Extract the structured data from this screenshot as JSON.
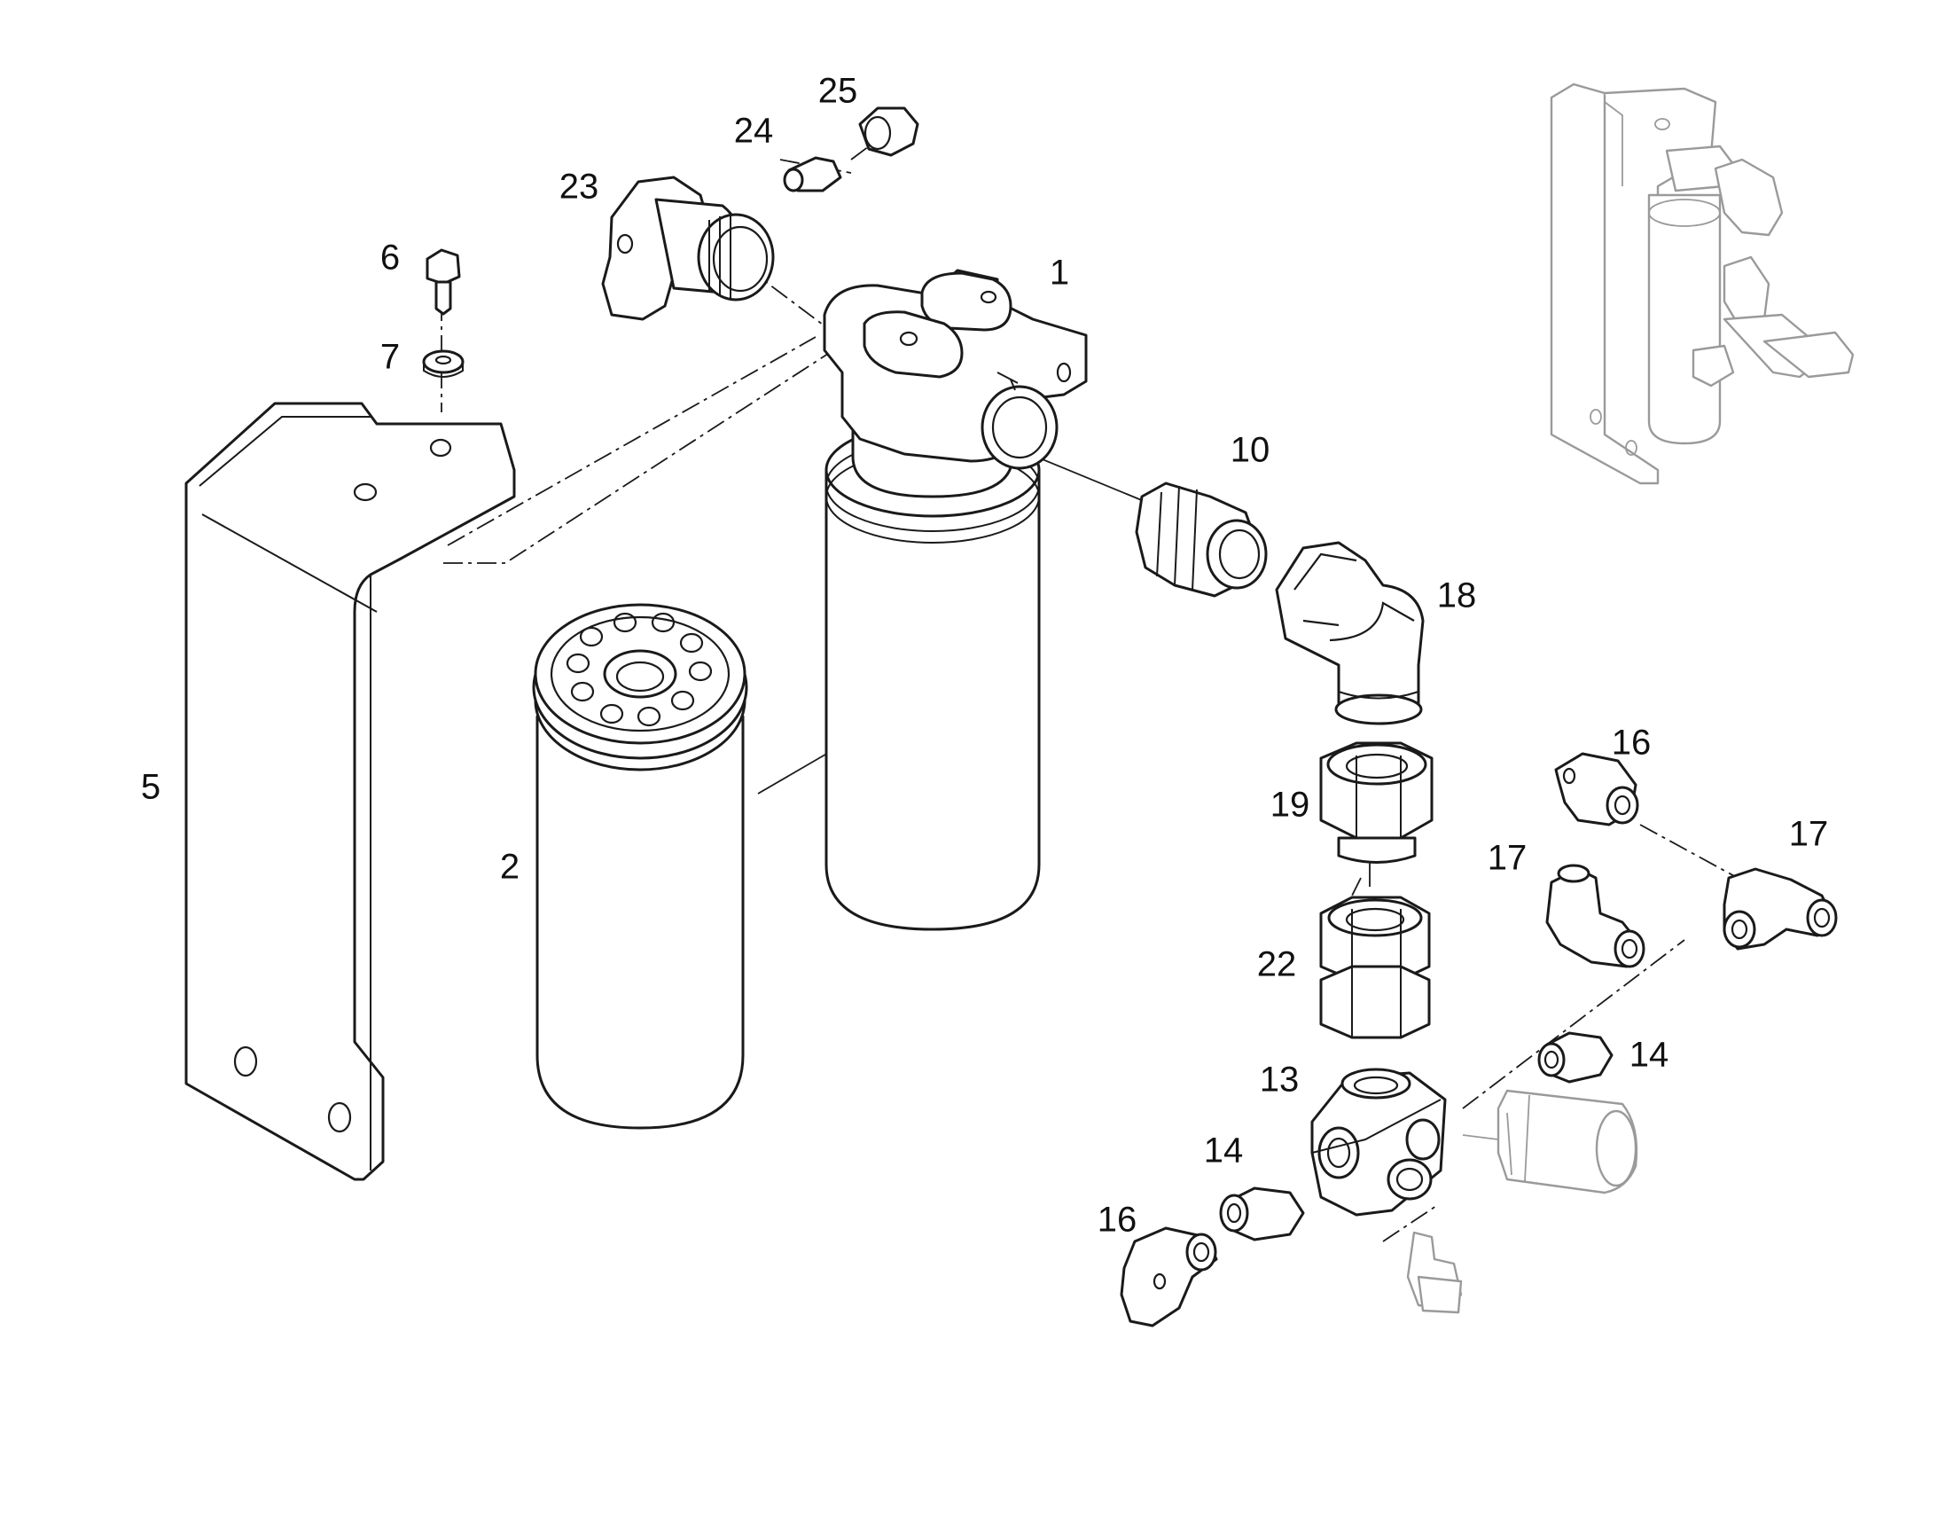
{
  "diagram": {
    "callouts": {
      "c1": "1",
      "c2": "2",
      "c5": "5",
      "c6": "6",
      "c7": "7",
      "c10": "10",
      "c13": "13",
      "c14a": "14",
      "c14b": "14",
      "c16a": "16",
      "c16b": "16",
      "c17a": "17",
      "c17b": "17",
      "c18": "18",
      "c19": "19",
      "c22": "22",
      "c23": "23",
      "c24": "24",
      "c25": "25"
    }
  }
}
